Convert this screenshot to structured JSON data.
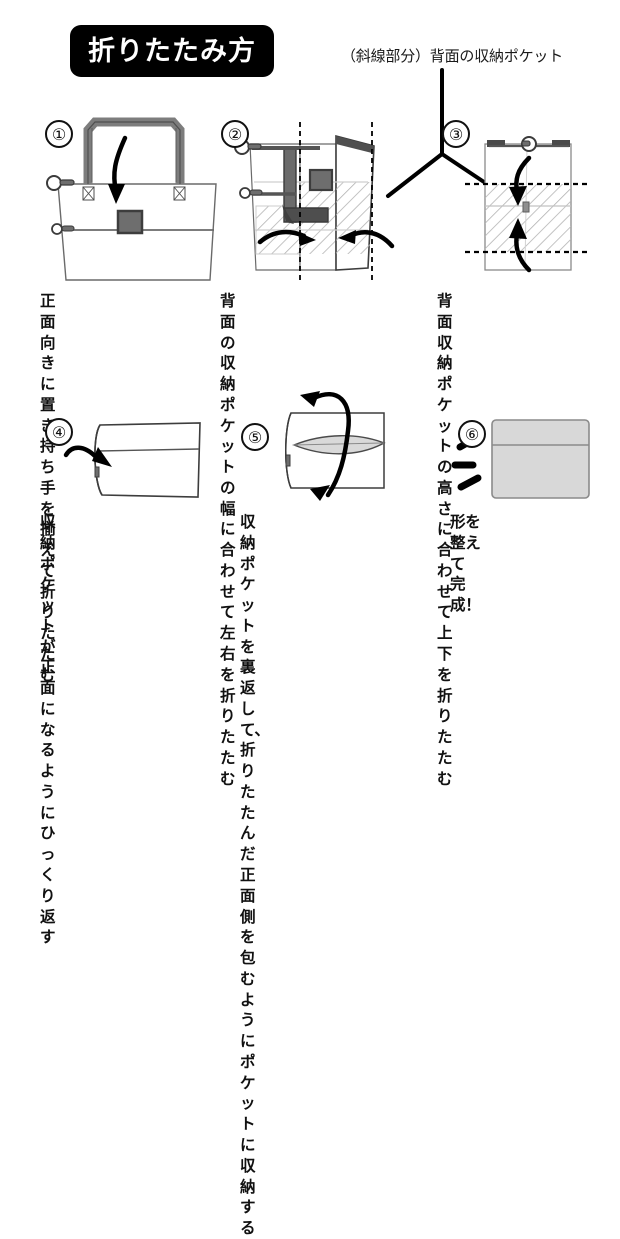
{
  "title": {
    "text": "折りたたみ方"
  },
  "annotation": {
    "text": "（斜線部分）背面の収納ポケット",
    "leader_icon": "y-leader-line"
  },
  "colors": {
    "title_bg": "#000000",
    "title_fg": "#ffffff",
    "ink": "#111111",
    "bag_outline": "#4a4a4a",
    "handle_fill": "#7d7d7d",
    "handle_dark": "#5a5a5a",
    "pocket_dark": "#5e5e5e",
    "hatch_line": "#b4b4b4",
    "finished_fill": "#d8d8d8",
    "finished_stroke": "#8a8a8a",
    "dash_line": "#000000"
  },
  "steps": [
    {
      "number": "①",
      "figure": "tote-bag-front-with-handles",
      "caption": "正面向きに置き\n持ち手を揃えて\n折りたたむ",
      "arrows": [
        "down-curved-arrow"
      ]
    },
    {
      "number": "②",
      "figure": "bag-folded-sides-with-hatching",
      "caption": "背面の収納ポケッ\nトの幅に合わせて\n左右を折りたたむ",
      "arrows": [
        "right-curved-arrow",
        "left-curved-arrow"
      ],
      "guides": [
        "dashed-vertical-left",
        "dashed-vertical-right"
      ]
    },
    {
      "number": "③",
      "figure": "bag-folded-vertical-with-hatching",
      "caption": "背面収納ポケット\nの高さに合わせて\n上下を折りたたむ",
      "arrows": [
        "down-curved-arrow",
        "up-curved-arrow"
      ],
      "guides": [
        "dashed-horizontal-top",
        "dashed-horizontal-bottom"
      ]
    },
    {
      "number": "④",
      "figure": "flat-folded-rectangle",
      "caption": "収納ポケットが\n正面になるよう\nにひっくり返す",
      "arrows": [
        "flip-over-arrow"
      ]
    },
    {
      "number": "⑤",
      "figure": "folded-block-with-pocket-opening",
      "caption": "収納ポケットを裏返\nして、折りたたんだ\n正面側を包むように\nポケットに収納する",
      "arrows": [
        "wrap-around-loop-arrow"
      ]
    },
    {
      "number": "⑥",
      "figure": "finished-folded-pouch",
      "caption": "形を整えて\n完成！",
      "arrows": [
        "sparkle-marks"
      ]
    }
  ]
}
